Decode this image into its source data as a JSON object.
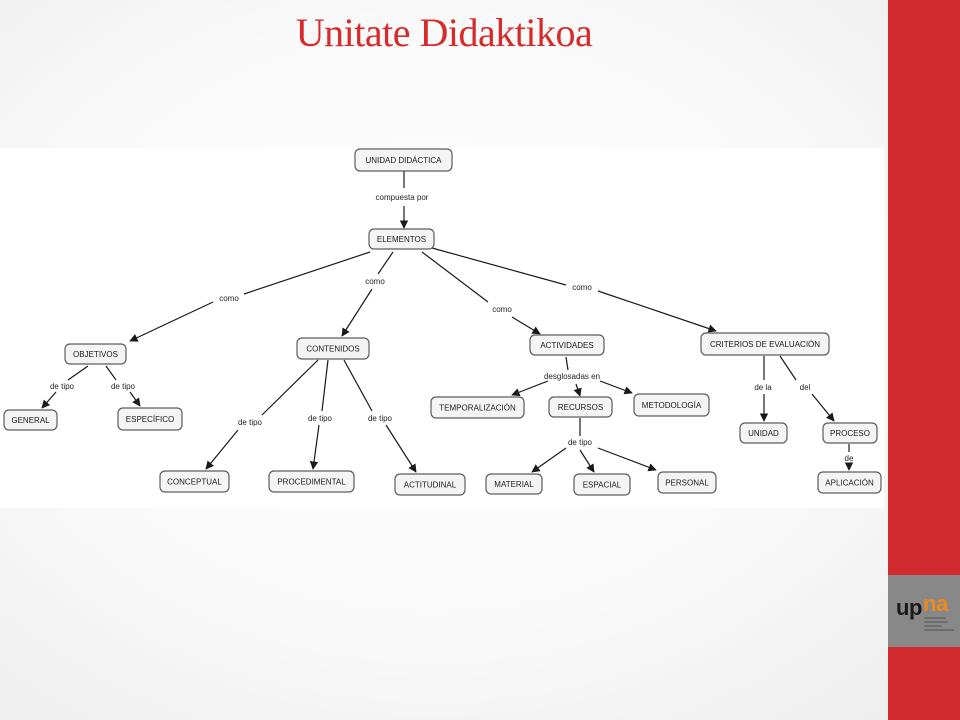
{
  "slide": {
    "title": "Unitate Didaktikoa"
  },
  "concept_map": {
    "nodes": [
      {
        "id": "unidad",
        "label": "UNIDAD DIDÁCTICA"
      },
      {
        "id": "elementos",
        "label": "ELEMENTOS"
      },
      {
        "id": "objetivos",
        "label": "OBJETIVOS"
      },
      {
        "id": "contenidos",
        "label": "CONTENIDOS"
      },
      {
        "id": "actividades",
        "label": "ACTIVIDADES"
      },
      {
        "id": "criterios",
        "label": "CRITERIOS DE EVALUACIÓN"
      },
      {
        "id": "general",
        "label": "GENERAL"
      },
      {
        "id": "especifico",
        "label": "ESPECÍFICO"
      },
      {
        "id": "conceptual",
        "label": "CONCEPTUAL"
      },
      {
        "id": "procedimental",
        "label": "PROCEDIMENTAL"
      },
      {
        "id": "actitudinal",
        "label": "ACTITUDINAL"
      },
      {
        "id": "temporalizacion",
        "label": "TEMPORALIZACIÓN"
      },
      {
        "id": "recursos",
        "label": "RECURSOS"
      },
      {
        "id": "metodologia",
        "label": "METODOLOGÍA"
      },
      {
        "id": "material",
        "label": "MATERIAL"
      },
      {
        "id": "espacial",
        "label": "ESPACIAL"
      },
      {
        "id": "personal",
        "label": "PERSONAL"
      },
      {
        "id": "unidad2",
        "label": "UNIDAD"
      },
      {
        "id": "proceso",
        "label": "PROCESO"
      },
      {
        "id": "aplicacion",
        "label": "APLICACIÓN"
      }
    ],
    "links": [
      {
        "id": "compuesta",
        "label": "compuesta por"
      },
      {
        "id": "como1",
        "label": "como"
      },
      {
        "id": "como2",
        "label": "como"
      },
      {
        "id": "como3",
        "label": "como"
      },
      {
        "id": "como4",
        "label": "como"
      },
      {
        "id": "detipo_obj1",
        "label": "de tipo"
      },
      {
        "id": "detipo_obj2",
        "label": "de tipo"
      },
      {
        "id": "detipo_c1",
        "label": "de tipo"
      },
      {
        "id": "detipo_c2",
        "label": "de tipo"
      },
      {
        "id": "detipo_c3",
        "label": "de tipo"
      },
      {
        "id": "desglosadas",
        "label": "desglosadas en"
      },
      {
        "id": "detipo_rec",
        "label": "de tipo"
      },
      {
        "id": "dela",
        "label": "de la"
      },
      {
        "id": "del",
        "label": "del"
      },
      {
        "id": "de",
        "label": "de"
      }
    ]
  },
  "logo": {
    "part1": "up",
    "part2": "na"
  }
}
